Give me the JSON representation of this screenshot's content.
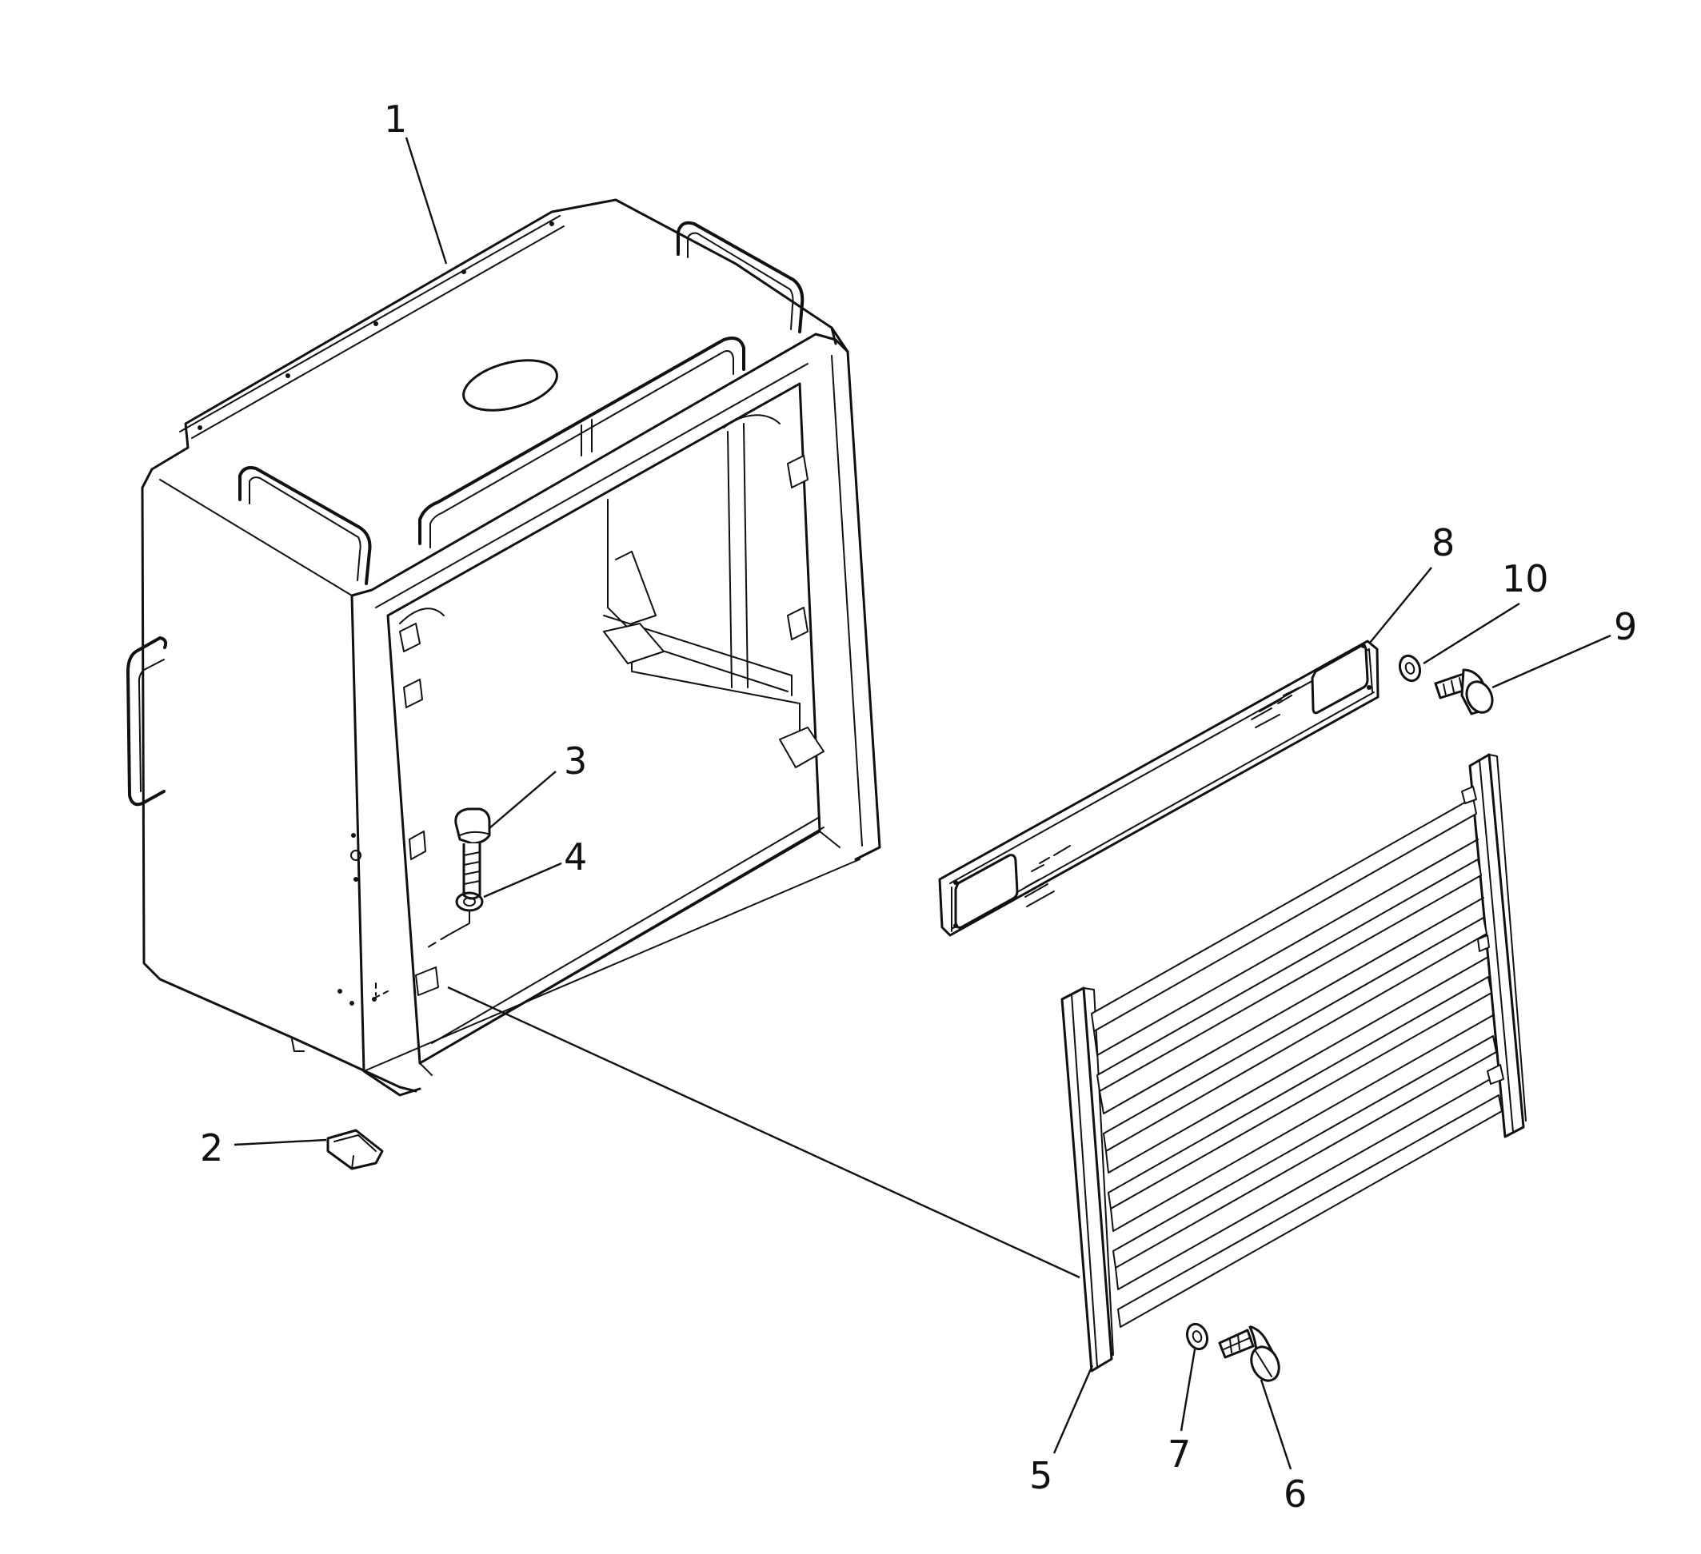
{
  "diagram": {
    "callouts": [
      {
        "id": "1",
        "label": "1"
      },
      {
        "id": "2",
        "label": "2"
      },
      {
        "id": "3",
        "label": "3"
      },
      {
        "id": "4",
        "label": "4"
      },
      {
        "id": "5",
        "label": "5"
      },
      {
        "id": "6",
        "label": "6"
      },
      {
        "id": "7",
        "label": "7"
      },
      {
        "id": "8",
        "label": "8"
      },
      {
        "id": "9",
        "label": "9"
      },
      {
        "id": "10",
        "label": "10"
      }
    ],
    "colors": {
      "ink": "#111111",
      "background": "#ffffff"
    }
  }
}
